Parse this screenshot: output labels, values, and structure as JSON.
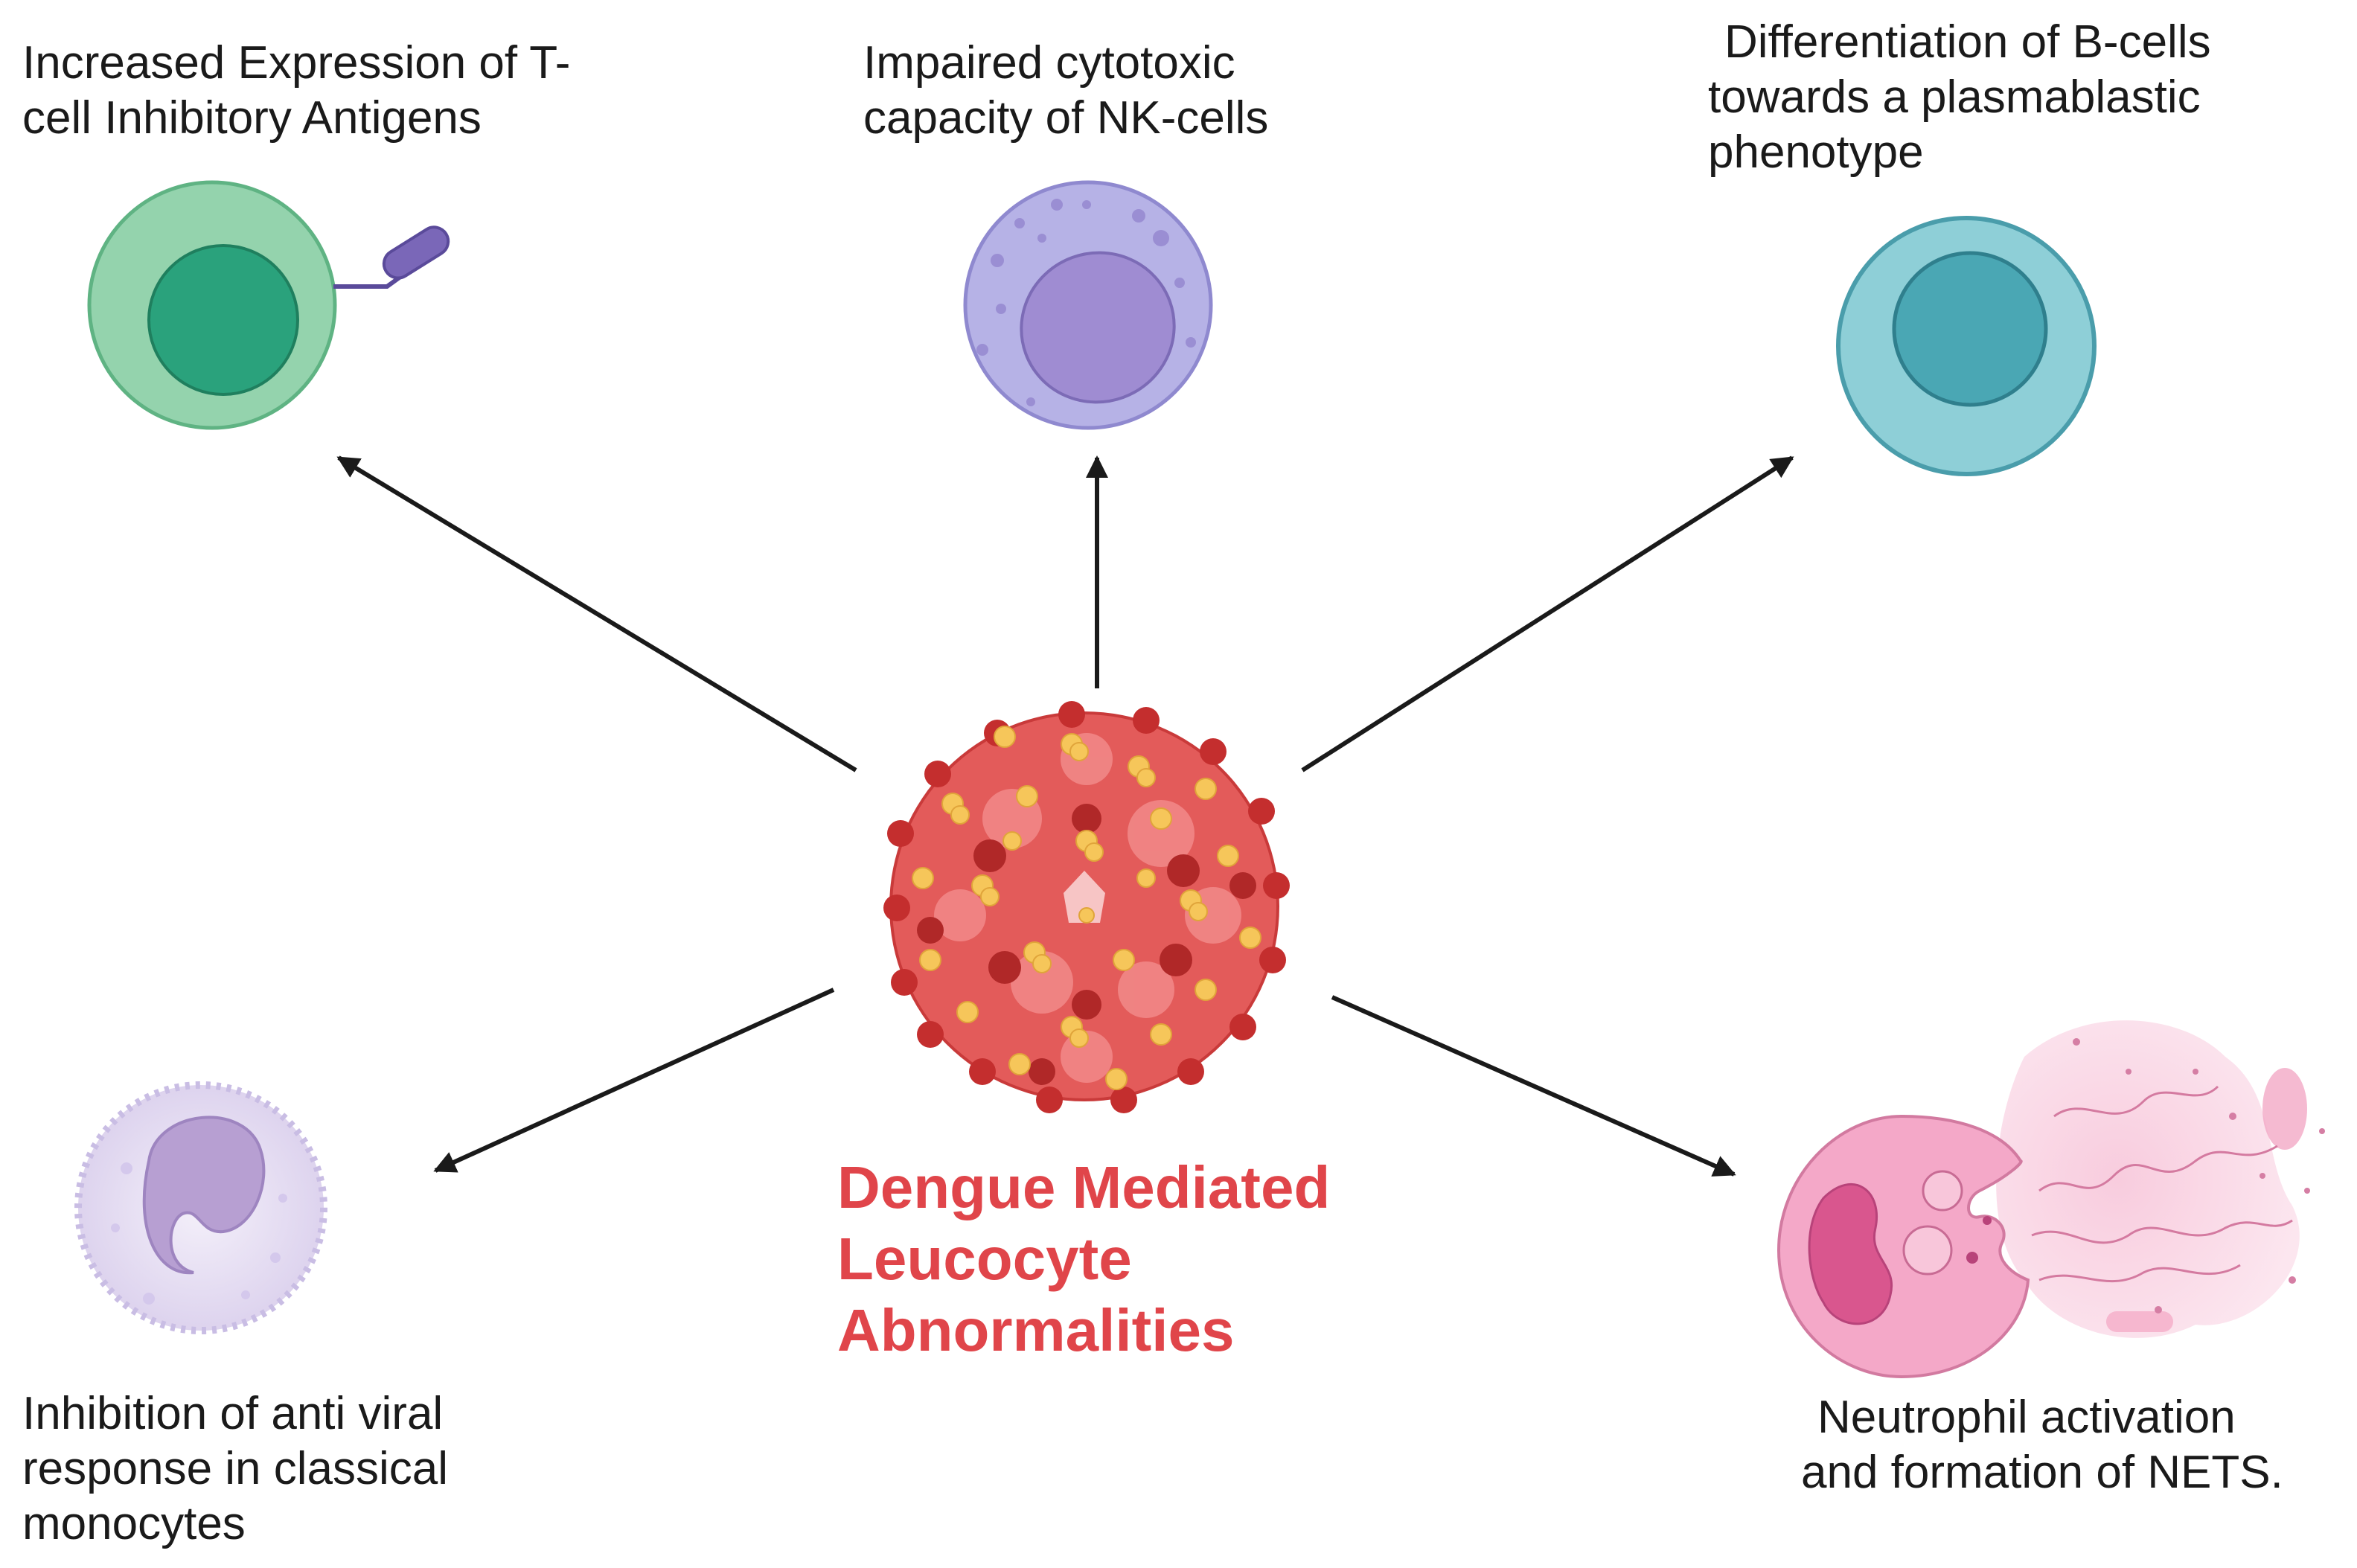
{
  "diagram": {
    "center": {
      "title_lines": [
        "Dengue Mediated",
        "Leucocyte",
        "Abnormalities"
      ],
      "title_color": "#e0454a",
      "icon": "dengue-virus-icon"
    },
    "nodes": [
      {
        "id": "t-cell",
        "icon": "t-cell-icon",
        "label_lines": [
          "Increased Expression of T-",
          "cell Inhibitory Antigens"
        ]
      },
      {
        "id": "nk-cell",
        "icon": "nk-cell-icon",
        "label_lines": [
          "Impaired cytotoxic",
          "capacity of NK-cells"
        ]
      },
      {
        "id": "b-cell",
        "icon": "b-cell-icon",
        "label_lines": [
          "Differentiation of B-cells",
          "towards a plasmablastic",
          "phenotype"
        ]
      },
      {
        "id": "monocyte",
        "icon": "monocyte-icon",
        "label_lines": [
          "Inhibition of anti viral",
          "response in classical",
          "monocytes"
        ]
      },
      {
        "id": "neutrophil",
        "icon": "neutrophil-net-icon",
        "label_lines": [
          "Neutrophil activation",
          "and  formation of NETS."
        ]
      }
    ],
    "colors": {
      "t_cell": "#8fd0a8",
      "nk_cell": "#b3b0e3",
      "b_cell": "#8ccfd8",
      "monocyte": "#e3dcf2",
      "neutrophil": "#f2a6c6",
      "virus": "#d9403f",
      "virus_spikes": "#f6c65a",
      "arrow": "#1a1a1a"
    }
  }
}
